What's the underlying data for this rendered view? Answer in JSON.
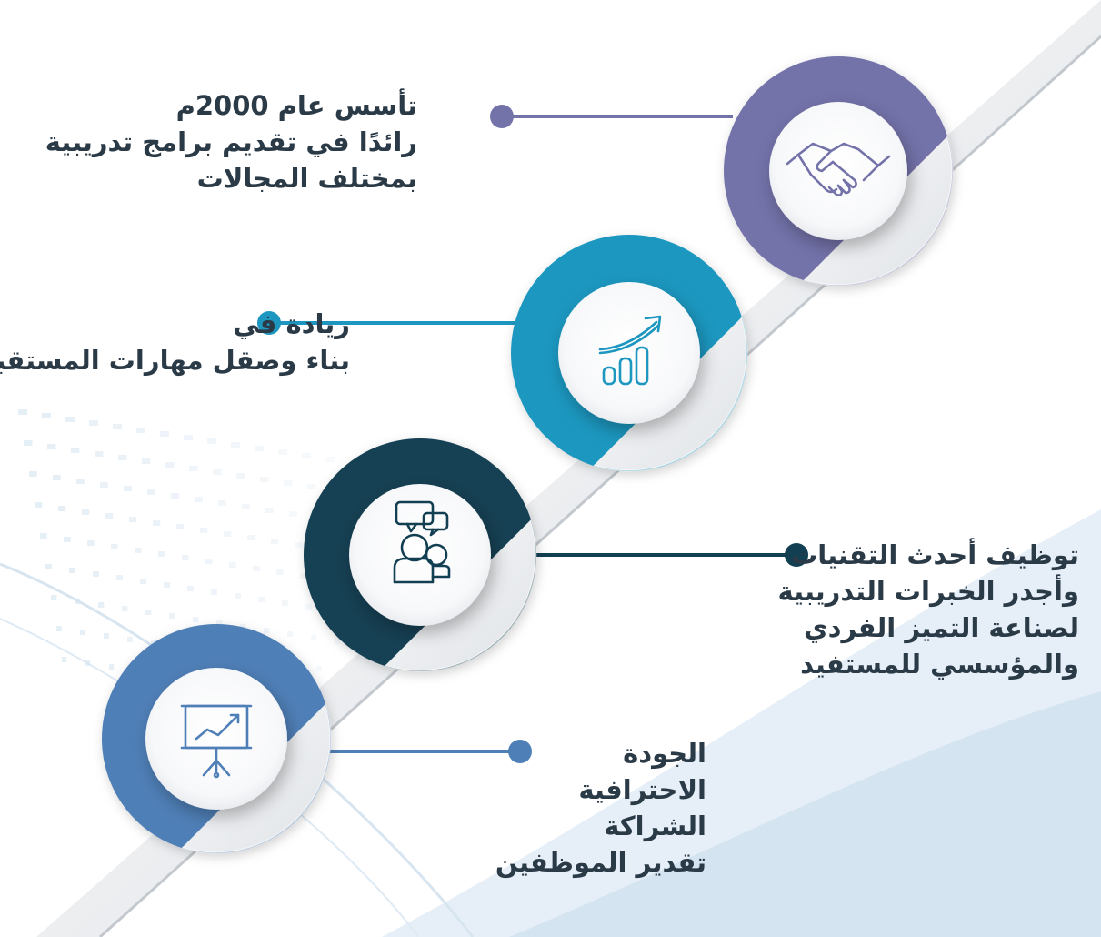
{
  "colors": {
    "purple": "#7372a9",
    "teal": "#1d97bf",
    "dark_teal": "#123f52",
    "blue": "#4f7fb7",
    "text": "#2b3a47"
  },
  "steps": [
    {
      "icon": "handshake-icon",
      "color": "#7372a9",
      "lines": [
        "تأسس عام 2000م",
        "رائدًا في تقديم برامج تدريبية",
        "بمختلف المجالات"
      ]
    },
    {
      "icon": "growth-chart-icon",
      "color": "#1d97bf",
      "lines": [
        "ريادة في",
        "بناء وصقل مهارات المستقبل"
      ]
    },
    {
      "icon": "discussion-icon",
      "color": "#123f52",
      "lines": [
        "توظيف أحدث التقنيات",
        "وأجدر الخبرات التدريبية",
        "لصناعة التميز الفردي",
        "والمؤسسي للمستفيد"
      ]
    },
    {
      "icon": "presentation-board-icon",
      "color": "#4f7fb7",
      "lines": [
        "الجودة",
        "الاحترافية",
        "الشراكة",
        "تقدير الموظفين"
      ]
    }
  ]
}
